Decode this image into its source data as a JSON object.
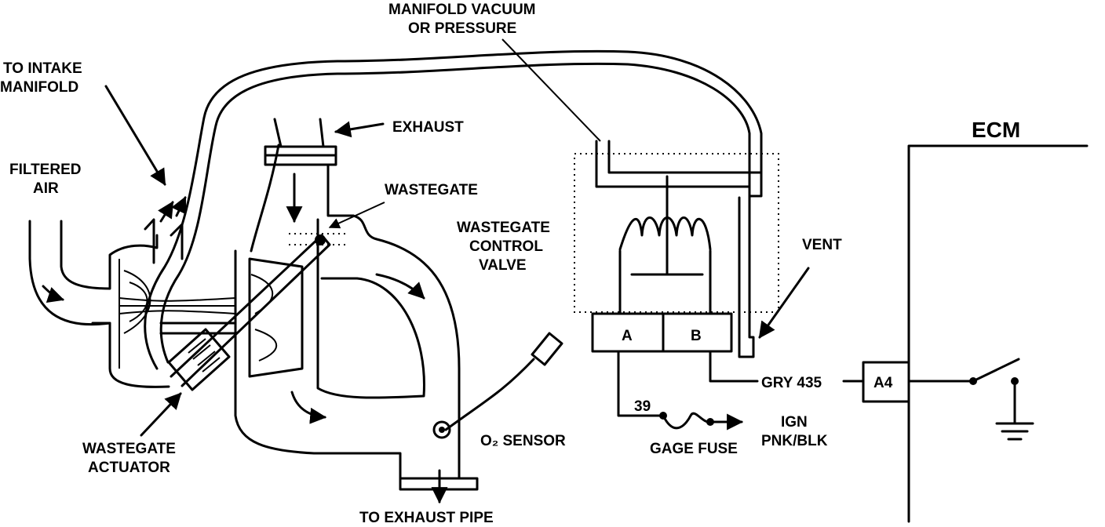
{
  "labels": {
    "manifold_vacuum_line1": "MANIFOLD VACUUM",
    "manifold_vacuum_line2": "OR PRESSURE",
    "to_intake_line1": "TO INTAKE",
    "to_intake_line2": "MANIFOLD",
    "filtered_air_line1": "FILTERED",
    "filtered_air_line2": "AIR",
    "exhaust": "EXHAUST",
    "wastegate": "WASTEGATE",
    "wastegate_control_line1": "WASTEGATE",
    "wastegate_control_line2": "CONTROL",
    "wastegate_control_line3": "VALVE",
    "vent": "VENT",
    "ecm": "ECM",
    "terminal_a": "A",
    "terminal_b": "B",
    "wire_gry": "GRY 435",
    "pin_a4": "A4",
    "circuit_39": "39",
    "ign": "IGN",
    "pnk_blk": "PNK/BLK",
    "gage_fuse": "GAGE FUSE",
    "o2_sensor": "O₂ SENSOR",
    "wastegate_actuator_line1": "WASTEGATE",
    "wastegate_actuator_line2": "ACTUATOR",
    "to_exhaust_pipe": "TO EXHAUST PIPE"
  }
}
